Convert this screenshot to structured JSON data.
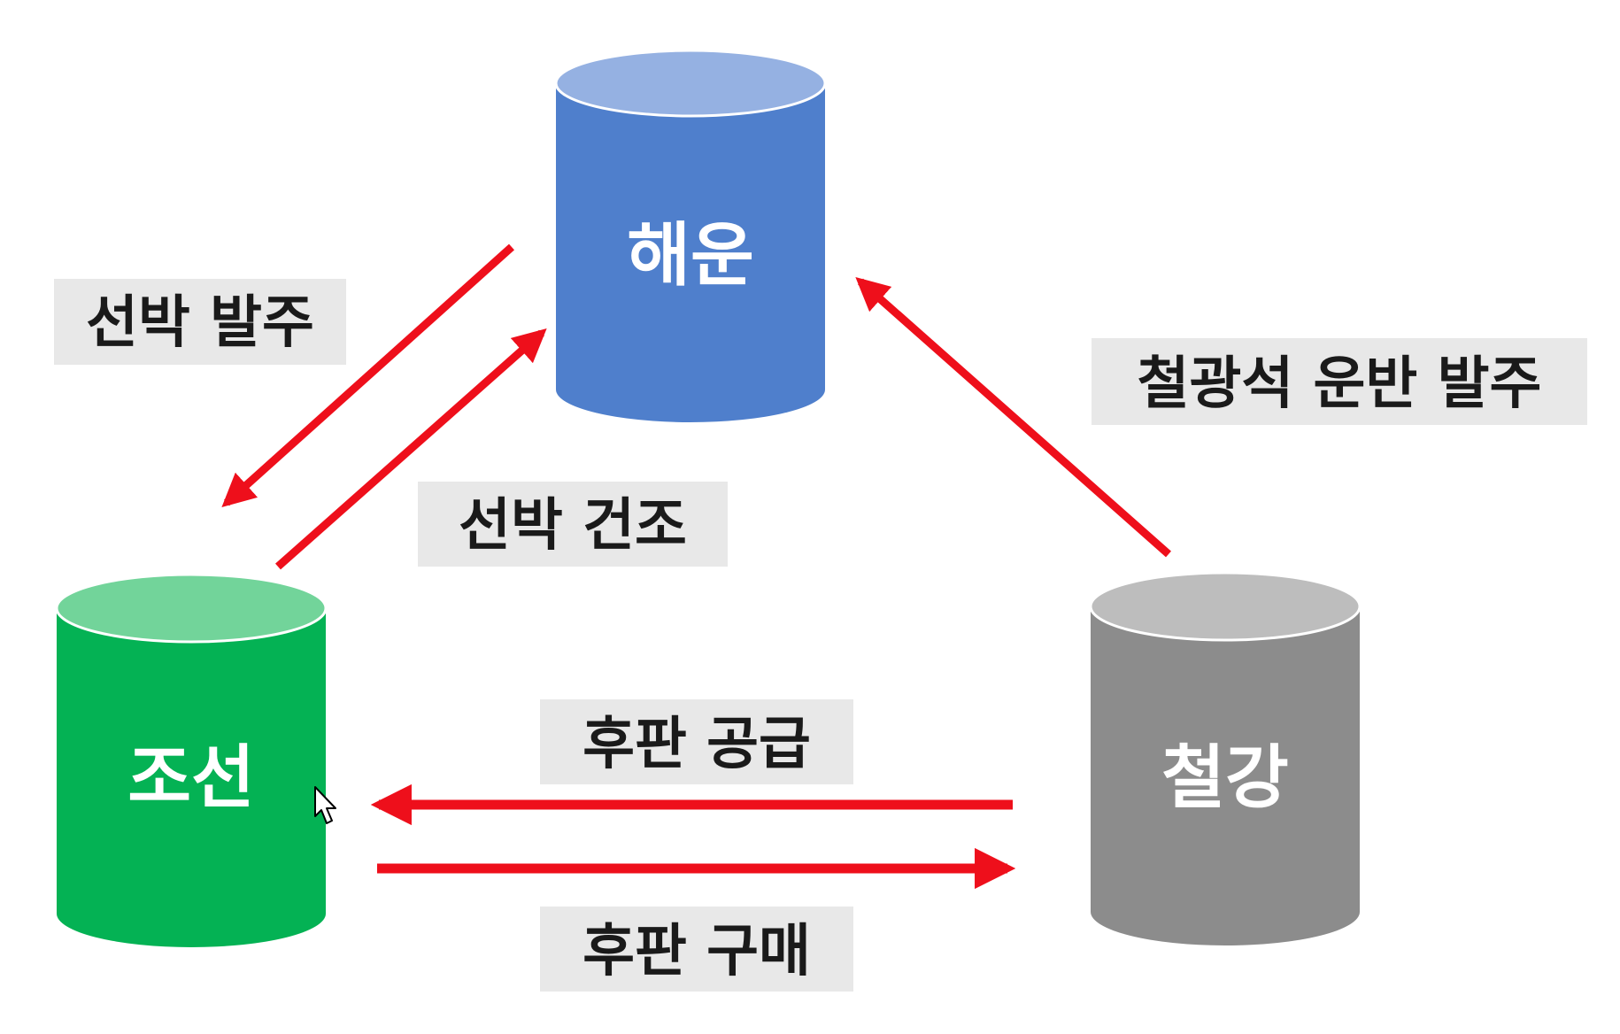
{
  "colors": {
    "shipping_body": "#4f7fcc",
    "shipping_top": "#95b1e2",
    "shipbuilding_body": "#04b254",
    "shipbuilding_top": "#72d49a",
    "steel_body": "#8c8c8c",
    "steel_top": "#bdbdbd",
    "arrow": "#ee0f1b",
    "label_background": "#e8e8e8"
  },
  "nodes": {
    "shipping": {
      "label": "해운"
    },
    "shipbuilding": {
      "label": "조선"
    },
    "steel": {
      "label": "철강"
    }
  },
  "edges": {
    "ship_order": {
      "label": "선박 발주",
      "from": "shipping",
      "to": "shipbuilding"
    },
    "ship_construction": {
      "label": "선박 건조",
      "from": "shipbuilding",
      "to": "shipping"
    },
    "ore_transport_order": {
      "label": "철광석 운반 발주",
      "from": "steel",
      "to": "shipping"
    },
    "plate_supply": {
      "label": "후판 공급",
      "from": "steel",
      "to": "shipbuilding"
    },
    "plate_purchase": {
      "label": "후판 구매",
      "from": "shipbuilding",
      "to": "steel"
    }
  },
  "icons": {
    "cursor": "mouse-pointer-icon"
  }
}
